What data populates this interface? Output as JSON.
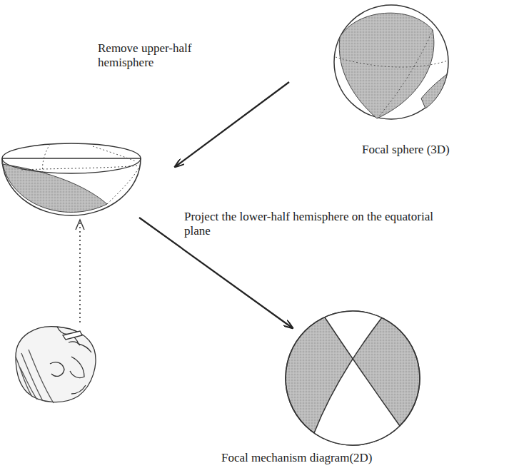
{
  "diagram": {
    "labels": [
      "Remove upper-half hemisphere",
      "Focal sphere (3D)",
      "Project the lower-half hemisphere on the equatorial plane",
      "Focal mechanism diagram(2D)"
    ]
  }
}
